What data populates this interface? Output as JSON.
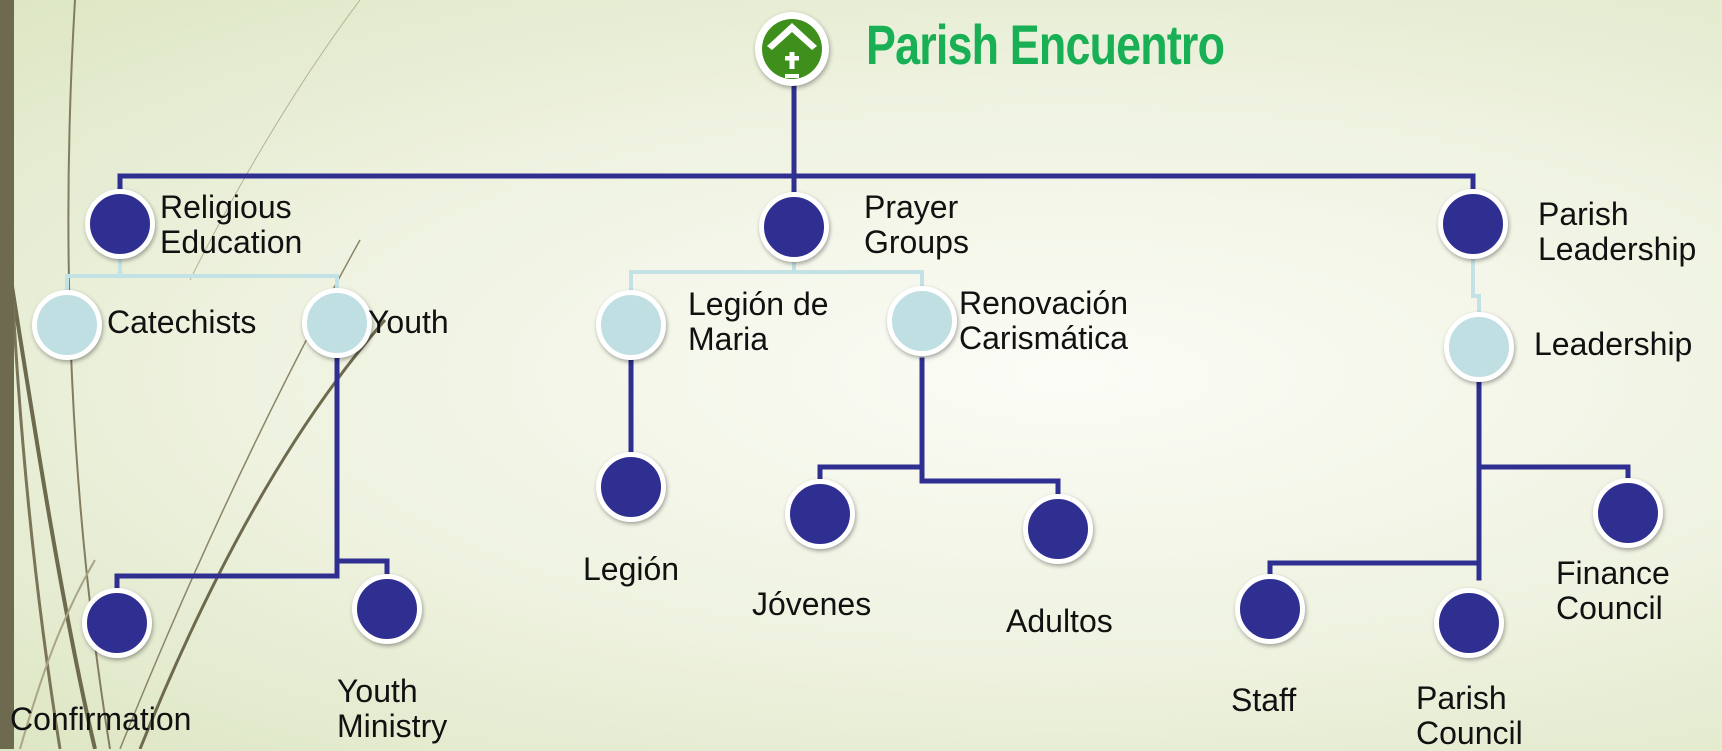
{
  "title": "Parish Encuentro",
  "colors": {
    "title": "#19b055",
    "dark_node": "#2f2f91",
    "light_node": "#bfdfe2",
    "connector": "#2f2f91",
    "light_connector": "#c2e2e6",
    "logo_green": "#3f8f1c"
  },
  "icons": {
    "logo": "church-cross-icon"
  },
  "nodes": {
    "religious_education": "Religious\nEducation",
    "prayer_groups": "Prayer\nGroups",
    "parish_leadership": "Parish\nLeadership",
    "catechists": "Catechists",
    "youth": "Youth",
    "legion_de_maria": "Legión de\nMaria",
    "renovacion": "Renovación\nCarismática",
    "leadership": "Leadership",
    "confirmation": "Confirmation",
    "youth_ministry": "Youth\nMinistry",
    "legion": "Legión",
    "jovenes": "Jóvenes",
    "adultos": "Adultos",
    "staff": "Staff",
    "parish_council": "Parish\nCouncil",
    "finance_council": "Finance\nCouncil"
  }
}
